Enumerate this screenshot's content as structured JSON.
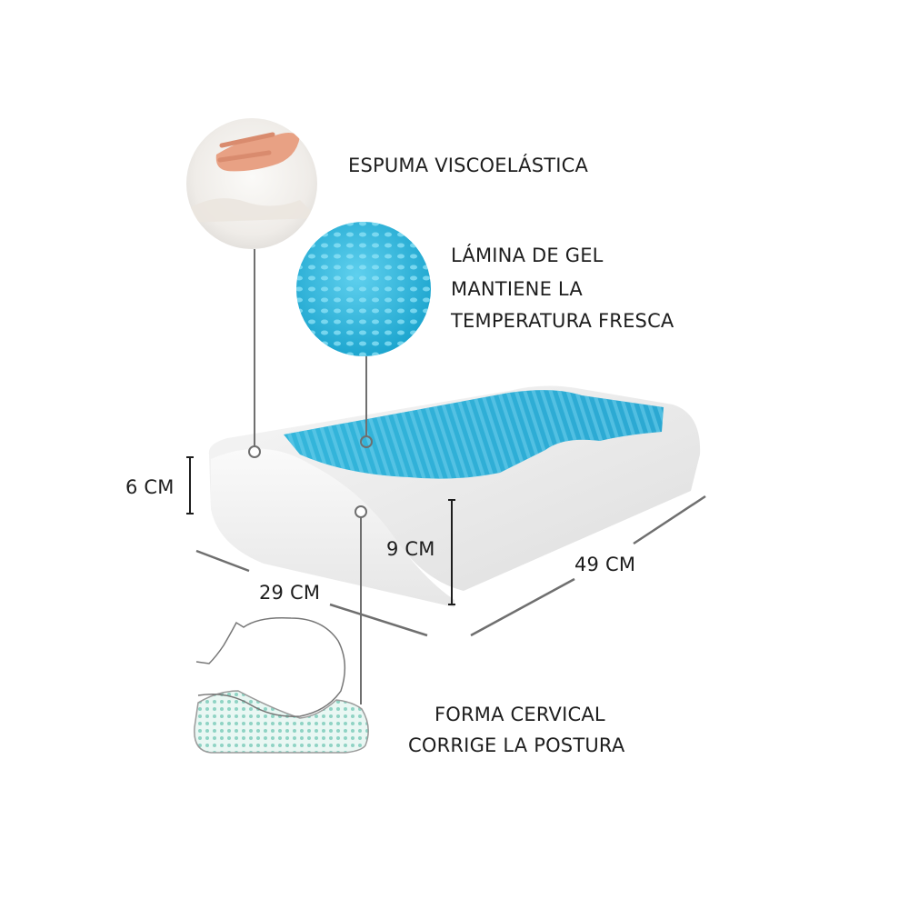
{
  "labels": {
    "foam": "ESPUMA VISCOELÁSTICA",
    "gel_line1": "LÁMINA DE GEL",
    "gel_line2": "MANTIENE LA",
    "gel_line3": "TEMPERATURA FRESCA",
    "cervical_line1": "FORMA CERVICAL",
    "cervical_line2": "CORRIGE LA POSTURA"
  },
  "dimensions": {
    "height_low": "6 CM",
    "height_high": "9 CM",
    "depth": "29 CM",
    "width": "49 CM"
  },
  "colors": {
    "gel_blue": "#2fb3d6",
    "foam_white": "#f4f4f4",
    "line_gray": "#6f6f6f",
    "cervical_mint": "#b7e6dc"
  },
  "icons": [
    "foam-hand-circle-icon",
    "gel-texture-circle-icon",
    "head-on-pillow-icon"
  ]
}
